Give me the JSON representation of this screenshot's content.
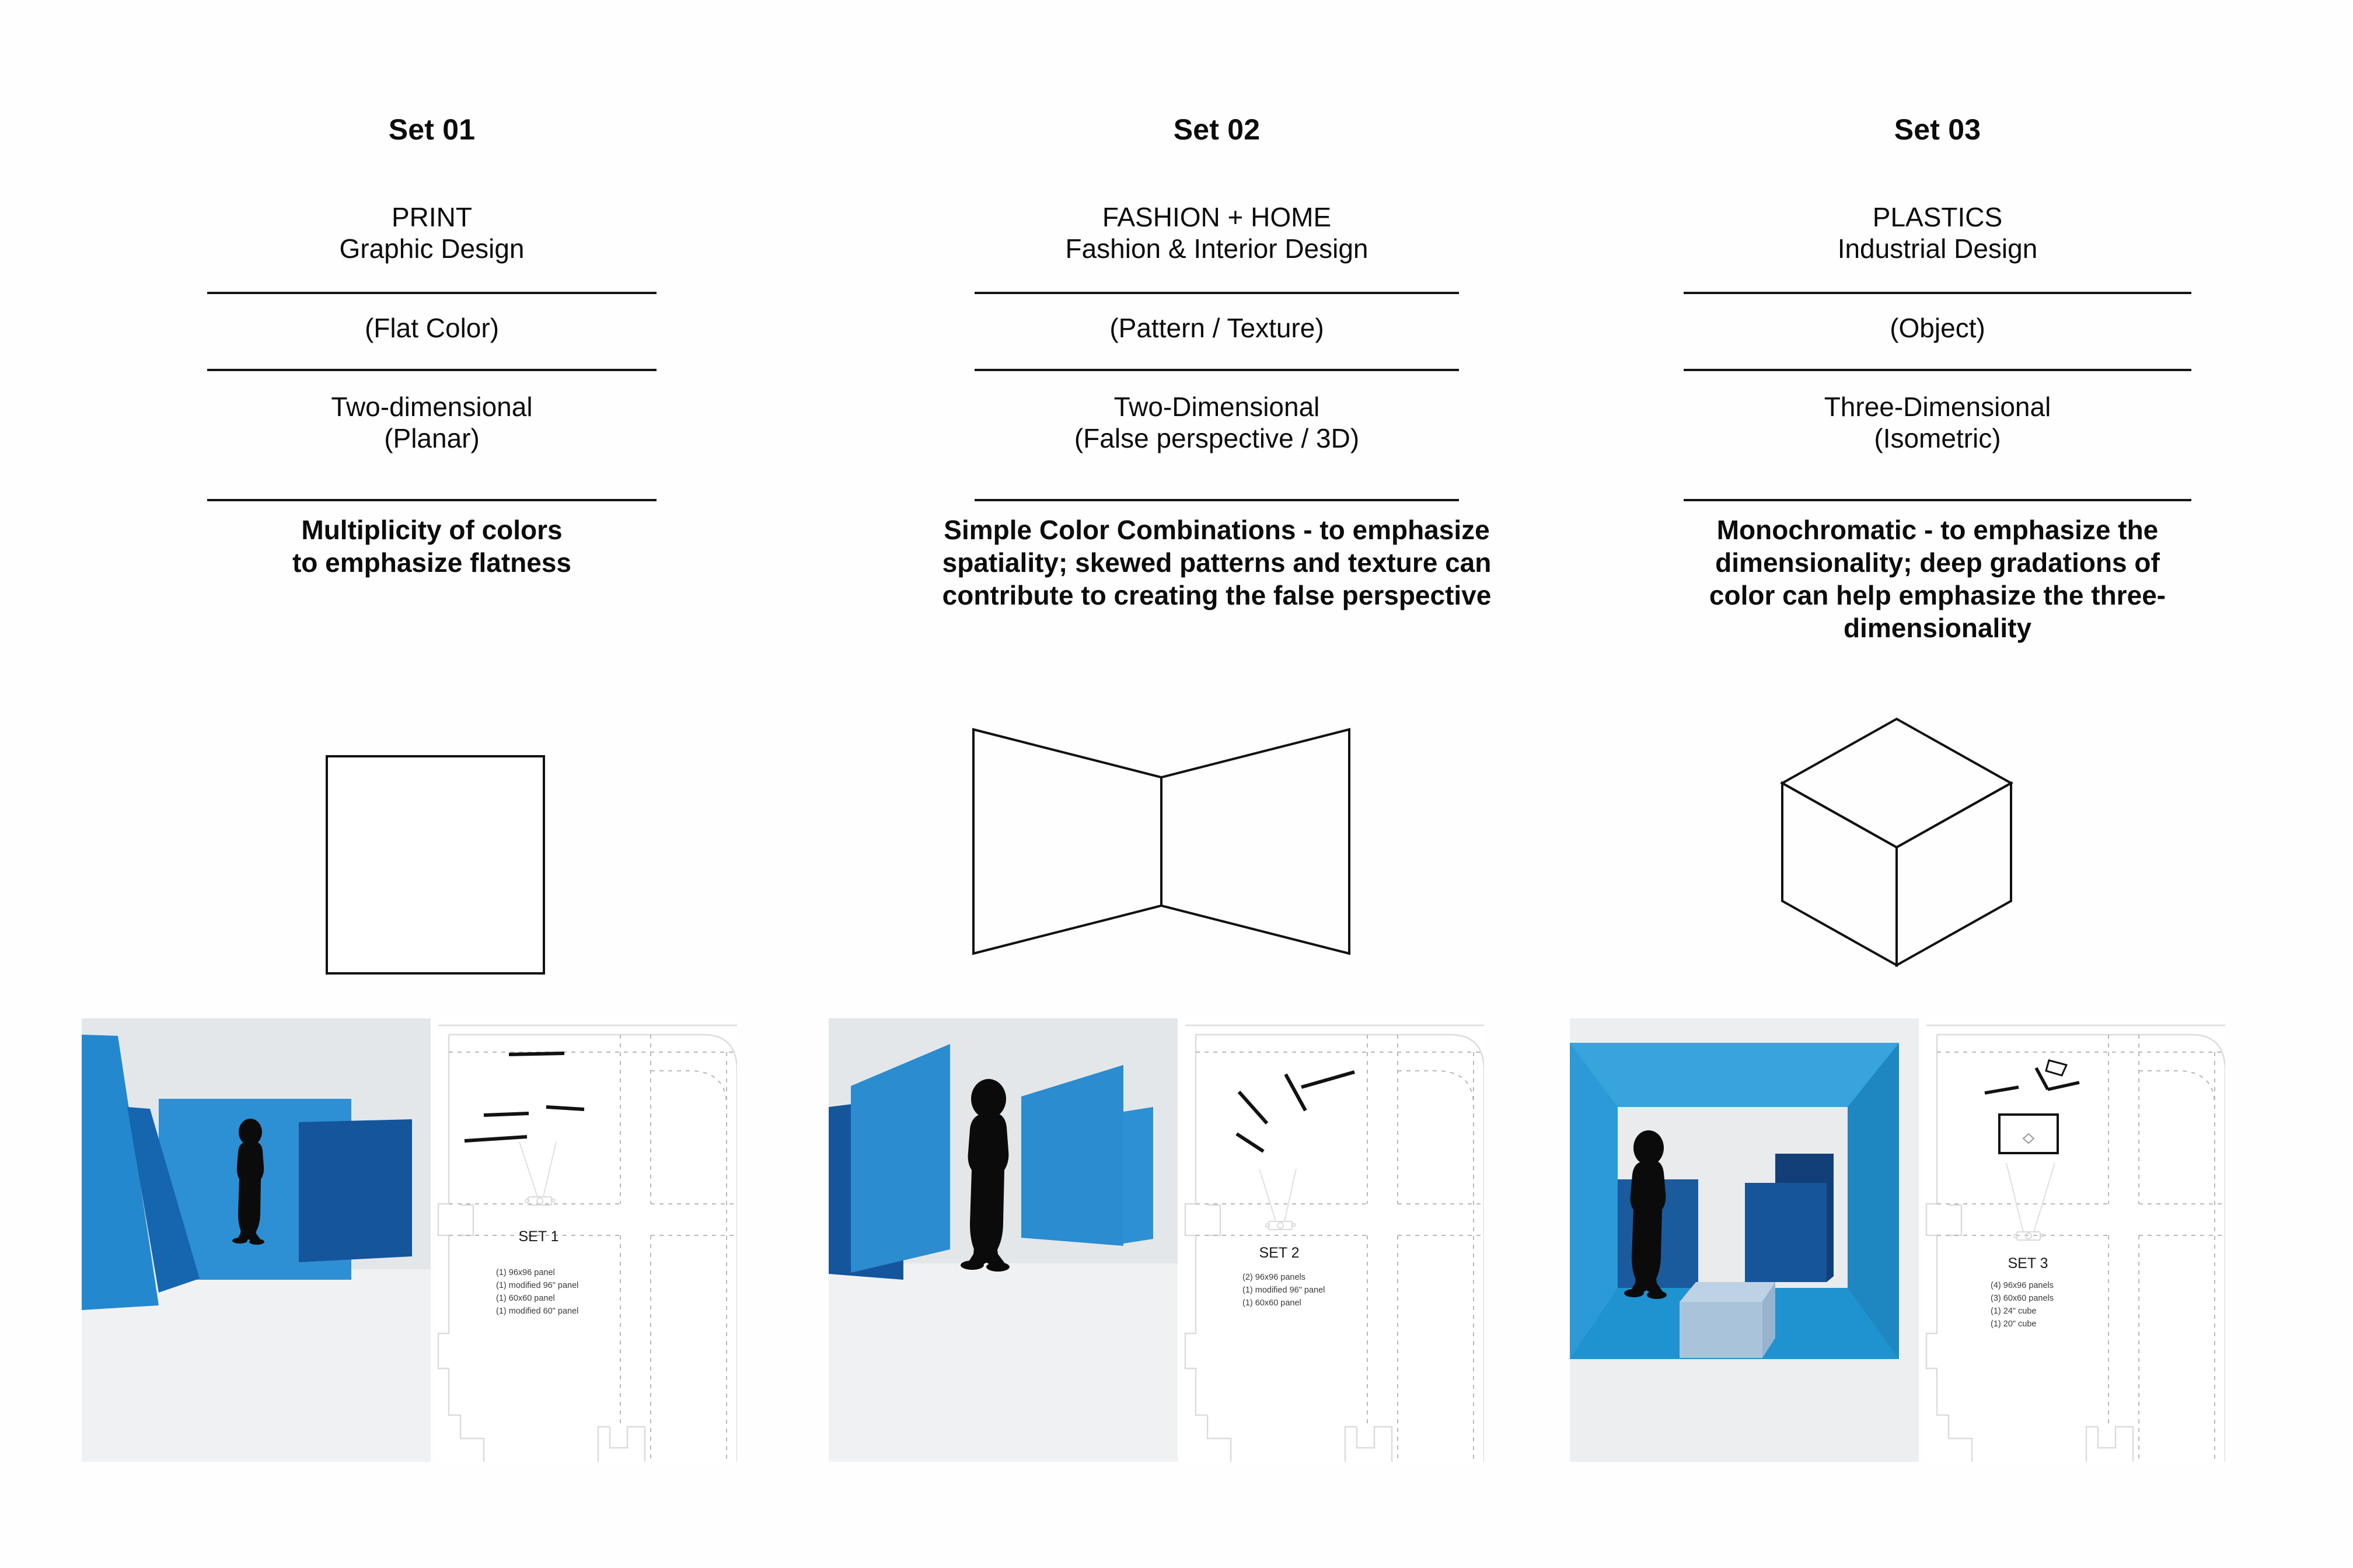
{
  "board": {
    "background": "#ffffff",
    "accent_blue_light": "#2c8fd4",
    "accent_blue_mid": "#1f6fb5",
    "accent_blue_dark": "#12498a",
    "rule_color": "#161616"
  },
  "columns": [
    {
      "set_label": "Set 01",
      "discipline": "PRINT",
      "discipline_sub": "Graphic Design",
      "attribute_color": "(Flat Color)",
      "attribute_dimension": "Two-dimensional",
      "attribute_dimension_sub": "(Planar)",
      "description_lines": [
        "Multiplicity of colors",
        "to emphasize flatness"
      ],
      "diagram": "square-outline",
      "plan": {
        "title": "SET 1",
        "items": [
          "(1) 96x96 panel",
          "(1) modified 96\" panel",
          "(1) 60x60 panel",
          "(1) modified 60\" panel"
        ]
      },
      "photo_caption": "blue-panels-flat-backdrop-photo"
    },
    {
      "set_label": "Set 02",
      "discipline": "FASHION + HOME",
      "discipline_sub": "Fashion & Interior Design",
      "attribute_color": "(Pattern / Texture)",
      "attribute_dimension": "Two-Dimensional",
      "attribute_dimension_sub": "(False perspective /  3D)",
      "description_lines": [
        "Simple Color Combinations - to emphasize",
        "spatiality; skewed patterns and texture can",
        "contribute to creating the false perspective"
      ],
      "diagram": "bowtie-false-perspective",
      "plan": {
        "title": "SET 2",
        "items": [
          "(2) 96x96 panels",
          "(1) modified 96\" panel",
          "(1) 60x60 panel"
        ]
      },
      "photo_caption": "blue-panels-false-perspective-photo"
    },
    {
      "set_label": "Set 03",
      "discipline": "PLASTICS",
      "discipline_sub": "Industrial Design",
      "attribute_color": "(Object)",
      "attribute_dimension": "Three-Dimensional",
      "attribute_dimension_sub": "(Isometric)",
      "description_lines": [
        "Monochromatic - to emphasize the",
        "dimensionality; deep gradations of",
        "color can help emphasize the three-",
        "dimensionality"
      ],
      "diagram": "isometric-cube",
      "plan": {
        "title": "SET 3",
        "items": [
          "(4) 96x96 panels",
          "(3) 60x60 panels",
          "(1) 24\" cube",
          "(1) 20\" cube"
        ]
      },
      "photo_caption": "blue-box-interior-cubes-photo"
    }
  ]
}
